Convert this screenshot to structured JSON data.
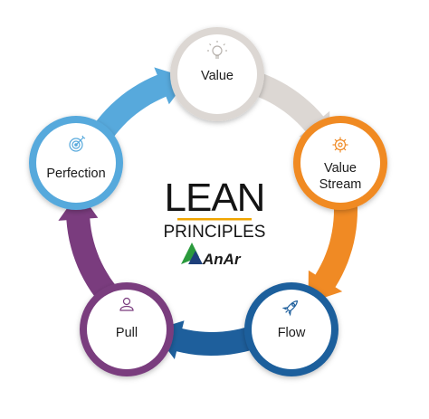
{
  "diagram": {
    "title": "LEAN",
    "subtitle": "PRINCIPLES",
    "brand": "AnAr",
    "colors": {
      "value": "#dcd7d3",
      "value_stream": "#f08a24",
      "flow": "#1e5f9c",
      "pull": "#7a3c7e",
      "perfection": "#57a9dc",
      "accent_line": "#f0a500",
      "brand_green": "#2a9a3c",
      "brand_dark": "#1d3f7a"
    },
    "steps": [
      {
        "label": "Value",
        "icon": "lightbulb-icon"
      },
      {
        "label": "Value Stream",
        "line1": "Value",
        "line2": "Stream",
        "icon": "gear-icon"
      },
      {
        "label": "Flow",
        "icon": "rocket-icon"
      },
      {
        "label": "Pull",
        "icon": "person-icon"
      },
      {
        "label": "Perfection",
        "icon": "target-icon"
      }
    ]
  }
}
